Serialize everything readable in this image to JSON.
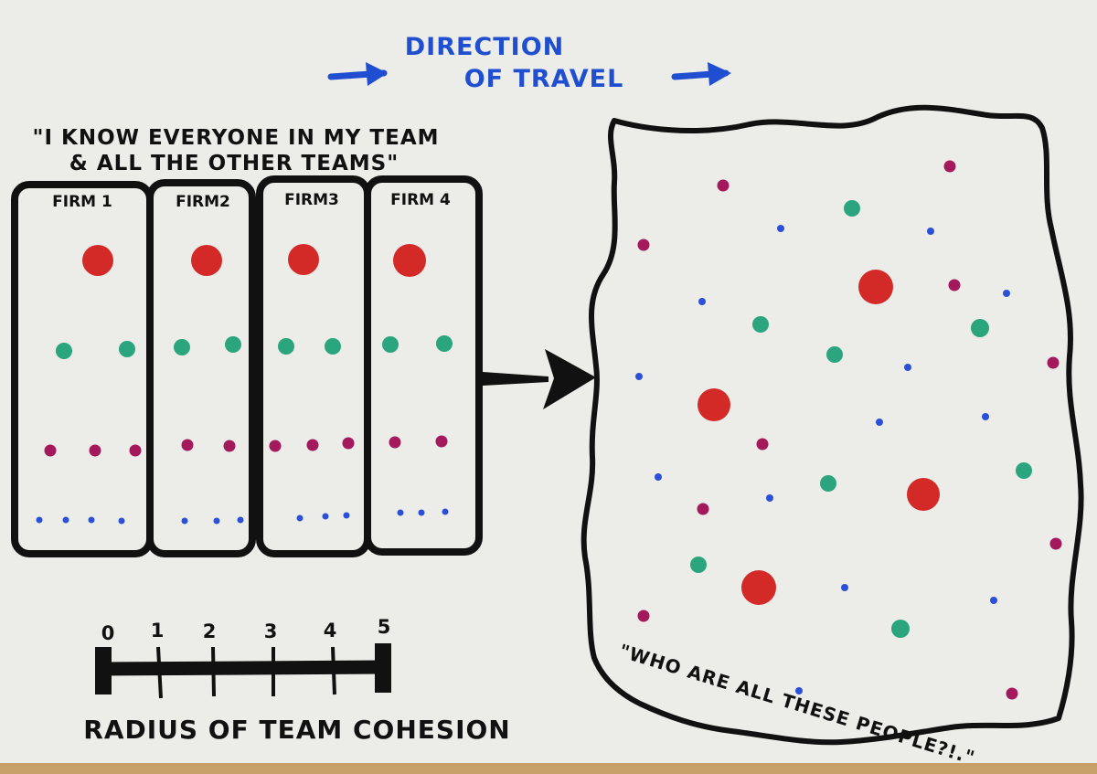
{
  "header": {
    "line1": "DIRECTION",
    "line2": "OF TRAVEL"
  },
  "quote_top": {
    "line1": "\"I KNOW EVERYONE IN MY TEAM",
    "line2": "& ALL THE OTHER TEAMS\""
  },
  "firms": [
    {
      "label": "FIRM 1"
    },
    {
      "label": "FIRM2"
    },
    {
      "label": "FIRM3"
    },
    {
      "label": "FIRM 4"
    }
  ],
  "scale": {
    "ticks": [
      "0",
      "1",
      "2",
      "3",
      "4",
      "5"
    ],
    "caption": "RADIUS OF TEAM COHESION"
  },
  "quote_bottom": "\"WHO ARE ALL THESE PEOPLE?!.\"",
  "colors": {
    "ink": "#111111",
    "blue_ink": "#1f4fd0",
    "red": "#d42a27",
    "green": "#2aa57d",
    "magenta": "#a3195b",
    "blue": "#2b50d8",
    "paper": "#ebebe7"
  }
}
